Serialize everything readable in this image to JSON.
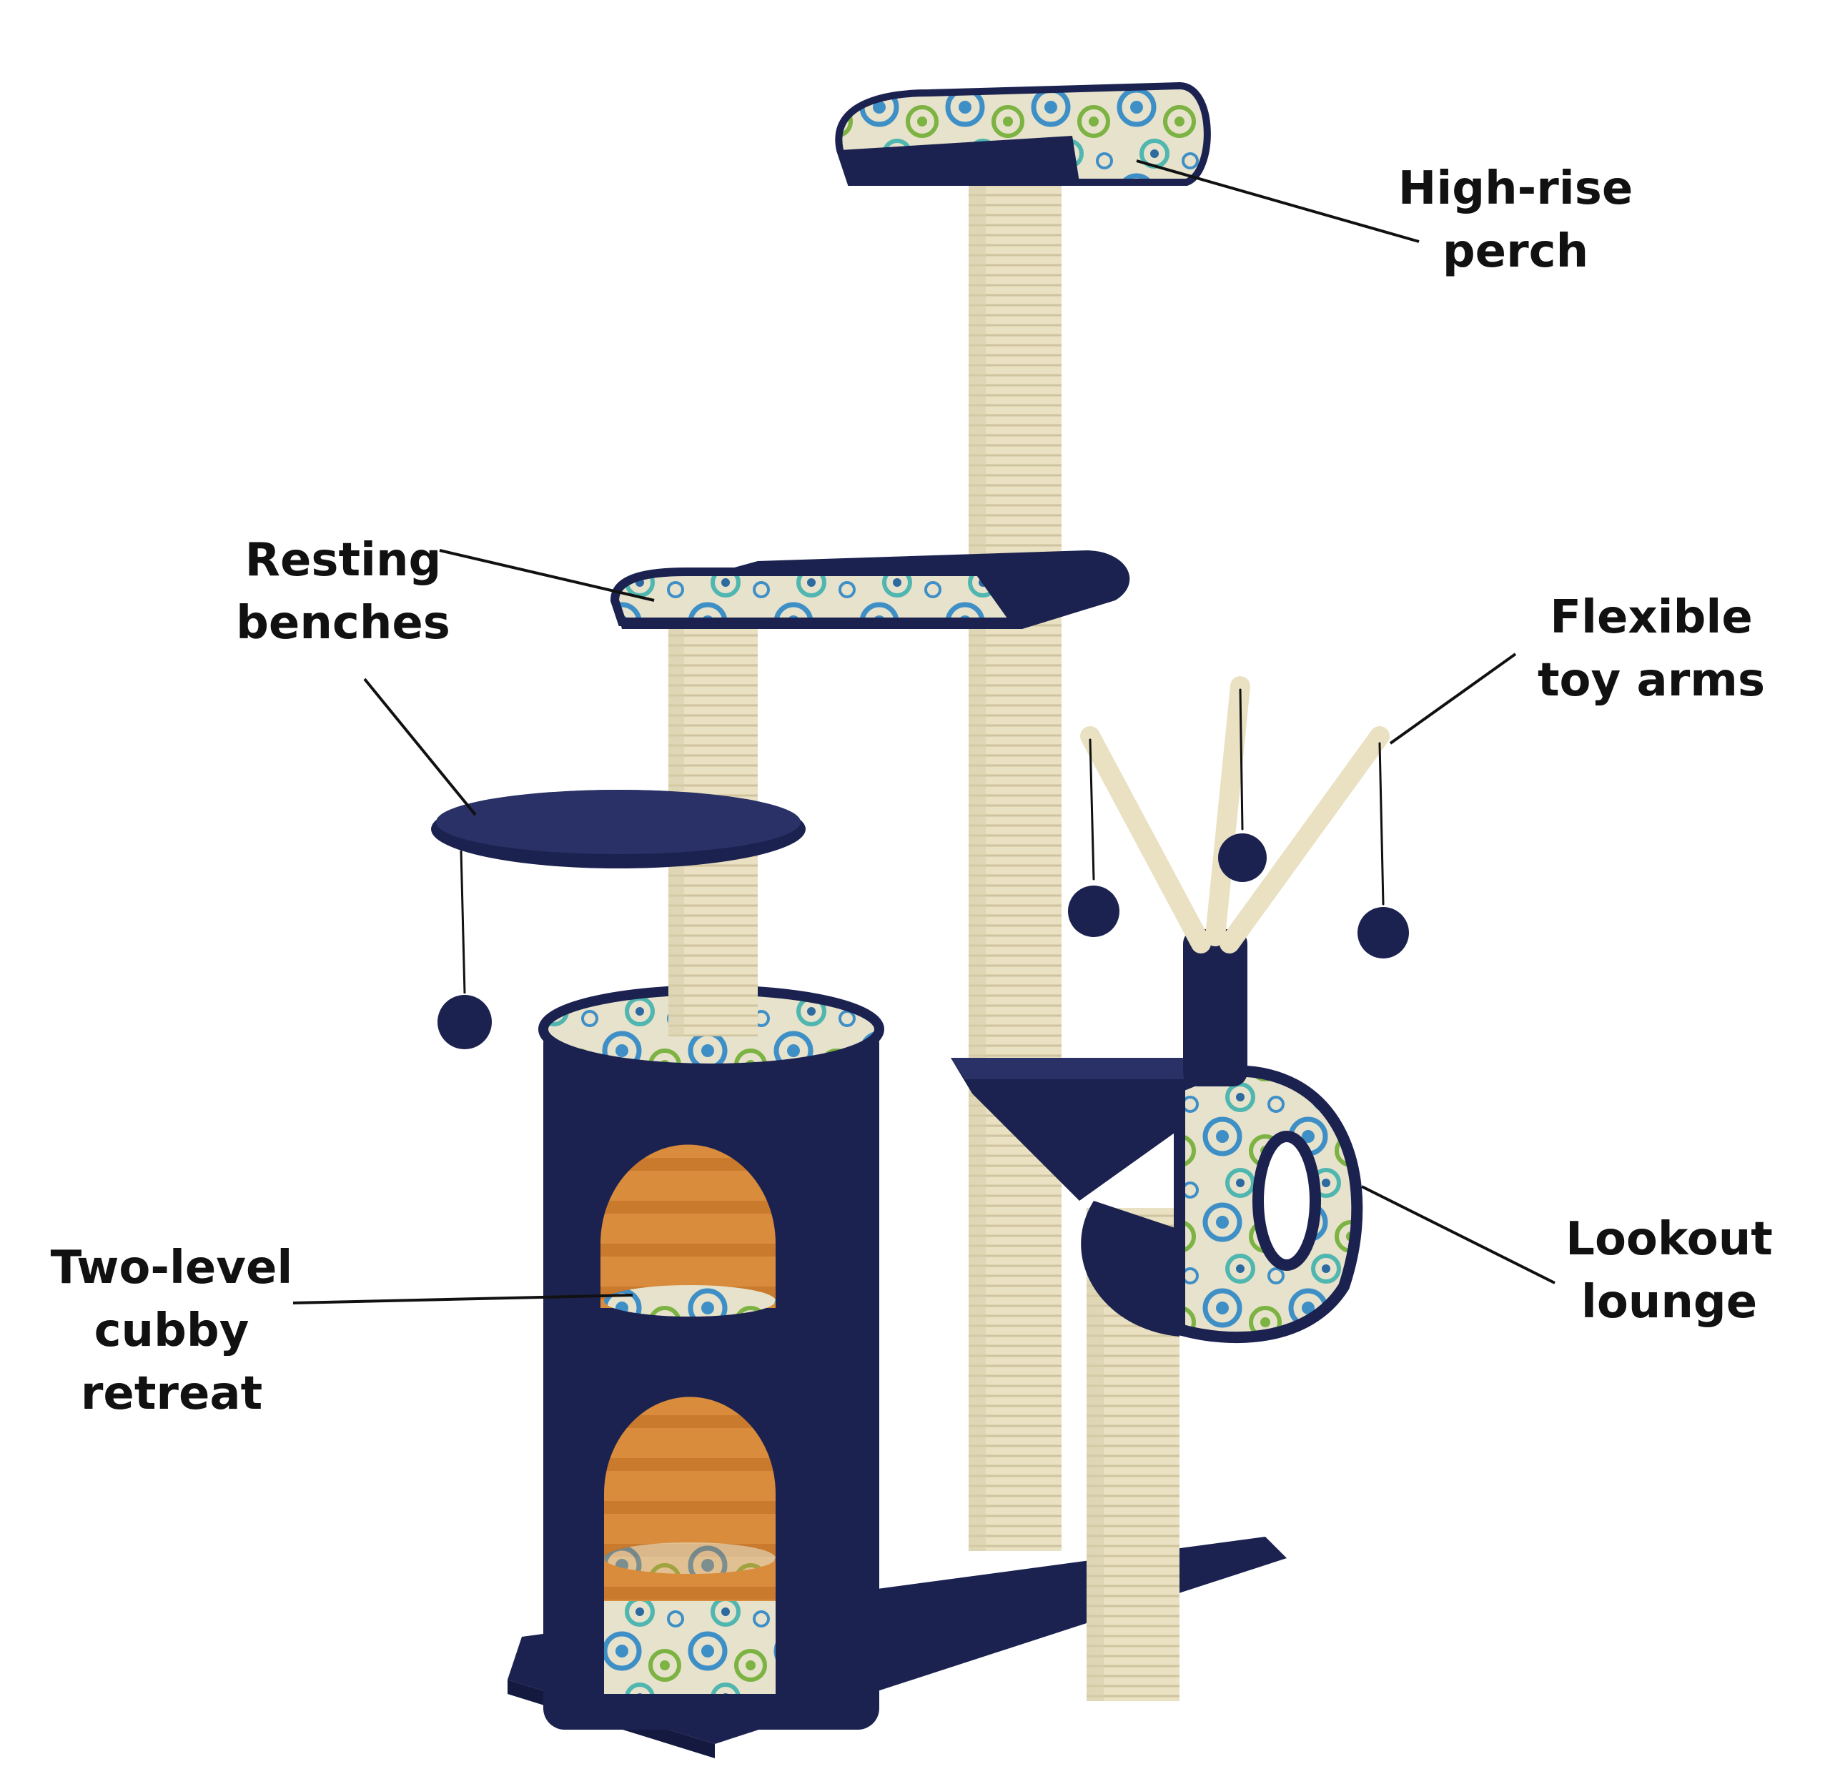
{
  "callouts": {
    "high_rise_perch": {
      "line1": "High-rise",
      "line2": "perch"
    },
    "resting_benches": {
      "line1": "Resting",
      "line2": "benches"
    },
    "flexible_toy_arms": {
      "line1": "Flexible",
      "line2": "toy arms"
    },
    "lookout_lounge": {
      "line1": "Lookout",
      "line2": "lounge"
    },
    "cubby_retreat": {
      "line1": "Two-level",
      "line2": "cubby",
      "line3": "retreat"
    }
  },
  "colors": {
    "plush_navy": "#1c2250",
    "plush_highlight": "#2a3166",
    "sisal": "#e9e1c2",
    "sisal_shadow": "#cfc49f",
    "pattern_base": "#e6e2cc",
    "pattern_blue": "#3f8fc7",
    "pattern_green": "#7cb342",
    "pattern_teal": "#4fb6b0",
    "cubby_wood": "#d98c3c",
    "leader_line": "#111111",
    "label_text": "#111111"
  }
}
